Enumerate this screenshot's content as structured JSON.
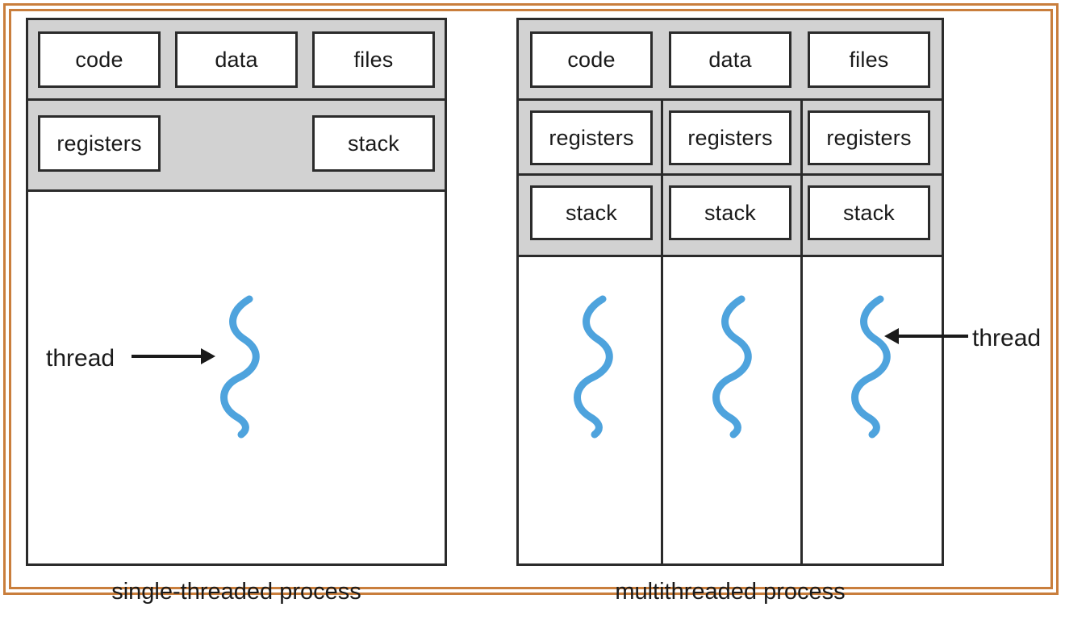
{
  "figure": {
    "title": "single-threaded and multithreaded process comparison",
    "colors": {
      "frame_border": "#c97e3c",
      "box_border": "#2b2b2b",
      "panel_header_gray": "#d2d2d2",
      "panel_background": "#ffffff",
      "thread_blue": "#4ea3dd",
      "text": "#1a1a1a"
    }
  },
  "single_threaded": {
    "caption": "single-threaded process",
    "shared_row": [
      {
        "label": "code"
      },
      {
        "label": "data"
      },
      {
        "label": "files"
      }
    ],
    "per_thread_row": [
      {
        "label": "registers"
      },
      {
        "label": "stack"
      }
    ],
    "thread_annotation": {
      "label": "thread",
      "arrow": "arrow-right"
    },
    "thread_count": 1
  },
  "multithreaded": {
    "caption": "multithreaded process",
    "shared_row": [
      {
        "label": "code"
      },
      {
        "label": "data"
      },
      {
        "label": "files"
      }
    ],
    "registers_row": [
      {
        "label": "registers"
      },
      {
        "label": "registers"
      },
      {
        "label": "registers"
      }
    ],
    "stack_row": [
      {
        "label": "stack"
      },
      {
        "label": "stack"
      },
      {
        "label": "stack"
      }
    ],
    "thread_annotation": {
      "label": "thread",
      "arrow": "arrow-left"
    },
    "thread_count": 3
  }
}
